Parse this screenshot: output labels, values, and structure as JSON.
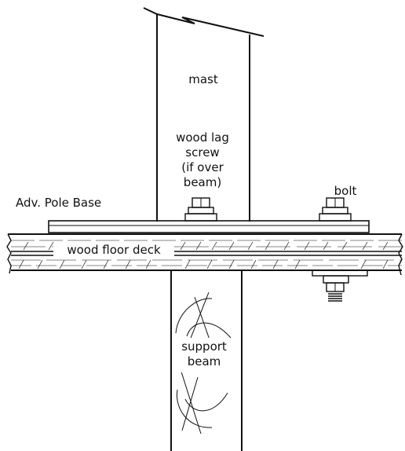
{
  "labels": {
    "mast": "mast",
    "lag_screw_line1": "wood lag",
    "lag_screw_line2": "screw",
    "lag_screw_line3": "(if over",
    "lag_screw_line4": "beam)",
    "bolt": "bolt",
    "pole_base": "Adv. Pole Base",
    "floor_deck": "wood floor deck",
    "beam_line1": "support",
    "beam_line2": "beam"
  },
  "colors": {
    "ink": "#111111",
    "background": "#ffffff"
  }
}
